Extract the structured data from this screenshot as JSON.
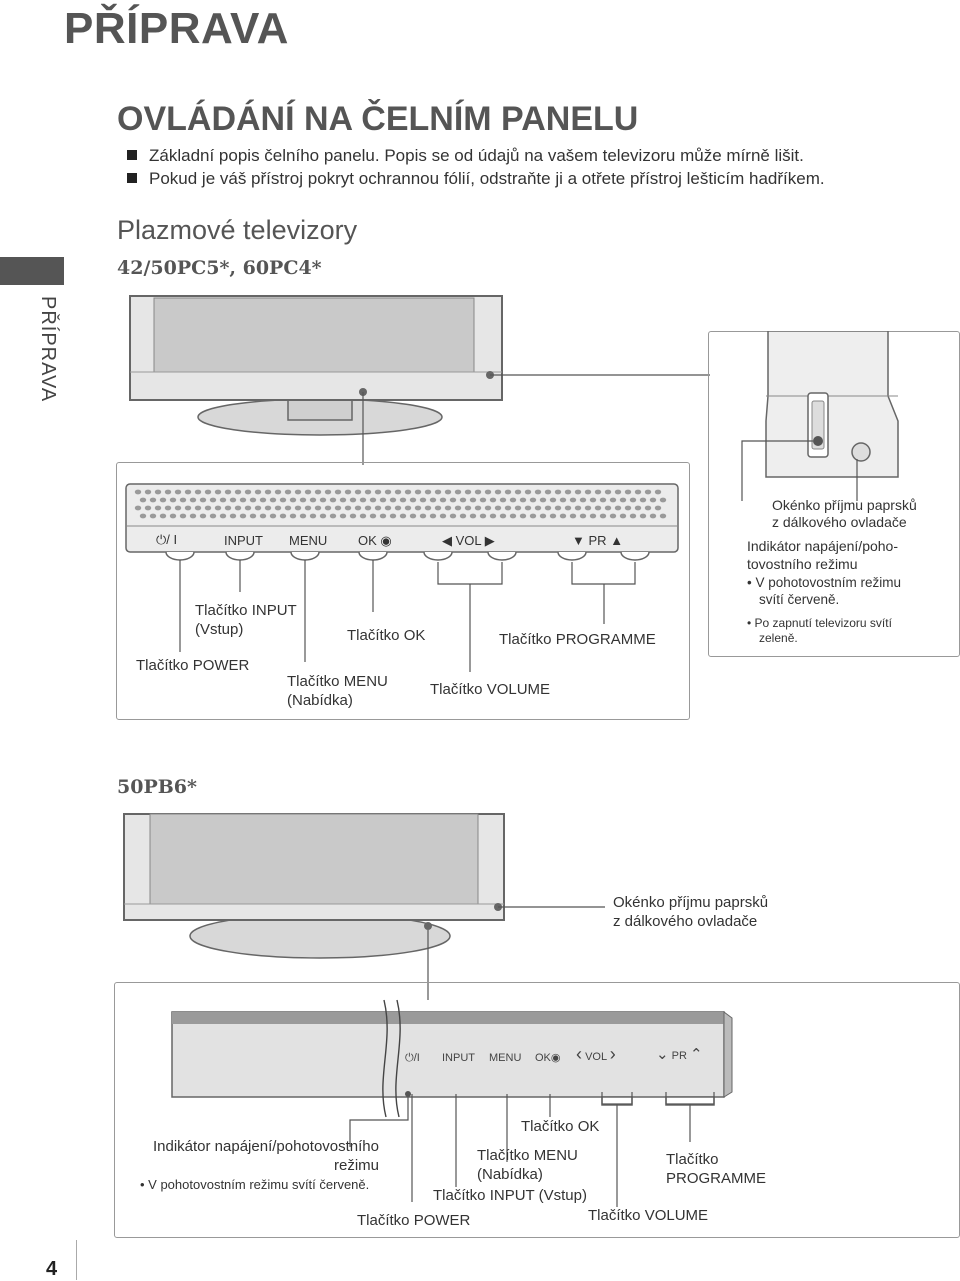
{
  "page": {
    "title": "PŘÍPRAVA",
    "side_tab": "PŘÍPRAVA",
    "page_number": "4"
  },
  "section": {
    "title": "OVLÁDÁNÍ NA ČELNÍM PANELU",
    "bullets": [
      "Základní popis čelního panelu. Popis se od údajů na vašem televizoru může mírně lišit.",
      "Pokud je váš přístroj pokryt ochrannou fólií, odstraňte ji a otřete přístroj lešticím hadříkem."
    ],
    "subtitle": "Plazmové televizory"
  },
  "model1": {
    "name": "42/50PC5*, 60PC4*",
    "panel_labels": {
      "power_symbol": "⏻/ I",
      "input": "INPUT",
      "menu": "MENU",
      "ok": "OK",
      "vol": "VOL",
      "pr": "PR"
    },
    "callouts": {
      "input_prefix": "Tlačítko ",
      "input_name": "INPUT",
      "input_sub": "(Vstup)",
      "ok_prefix": "Tlačítko ",
      "ok_name": "OK",
      "programme_prefix": "Tlačítko ",
      "programme_name": "PROGRAMME",
      "power_prefix": "Tlačítko ",
      "power_name": "POWER",
      "menu_prefix": "Tlačítko ",
      "menu_name": "MENU",
      "menu_sub": "(Nabídka)",
      "volume_prefix": "Tlačítko ",
      "volume_name": "VOLUME"
    },
    "info": {
      "sensor_line1": "Okénko příjmu paprsků",
      "sensor_line2": "z dálkového ovladače",
      "indicator_line1": "Indikátor napájení/poho-",
      "indicator_line2": "tovostního režimu",
      "bullet1_line1": "• V pohotovostním režimu",
      "bullet1_line2": "svítí červeně.",
      "bullet2_line1": "• Po zapnutí televizoru svítí",
      "bullet2_line2": "zeleně."
    }
  },
  "model2": {
    "name": "50PB6*",
    "sensor_line1": "Okénko příjmu paprsků",
    "sensor_line2": "z dálkového ovladače",
    "panel_labels": {
      "power_symbol": "⏻/I",
      "input": "INPUT",
      "menu": "MENU",
      "ok": "OK",
      "vol": "VOL",
      "pr": "PR"
    },
    "callouts": {
      "ok_prefix": "Tlačítko ",
      "ok_name": "OK",
      "indicator_line1": "Indikátor napájení/pohotovostního",
      "indicator_line2": "režimu",
      "indicator_bullet": "• V pohotovostním režimu svítí červeně.",
      "menu_prefix": "Tlačítko ",
      "menu_name": "MENU",
      "menu_sub": "(Nabídka)",
      "programme_line1": "Tlačítko",
      "programme_line2": "PROGRAMME",
      "input_prefix": "Tlačítko ",
      "input_name": "INPUT",
      "input_sub": " (Vstup)",
      "power_prefix": "Tlačítko ",
      "power_name": "POWER",
      "volume_prefix": "Tlačítko ",
      "volume_name": "VOLUME"
    }
  }
}
